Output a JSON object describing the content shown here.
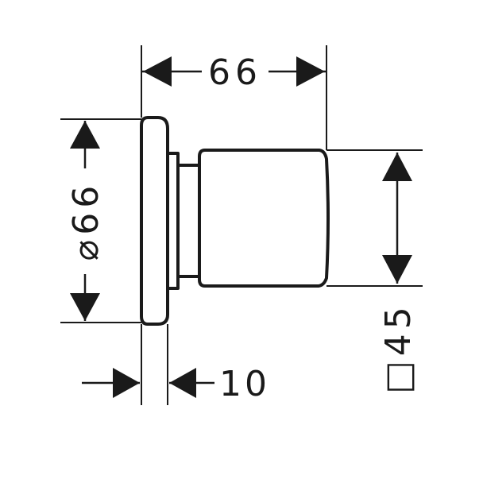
{
  "drawing": {
    "colors": {
      "line": "#1a1a1a",
      "background": "#ffffff"
    },
    "dimensions": {
      "top_width": "66",
      "diameter": "⌀66",
      "flange_thickness": "10",
      "square_size": "□45"
    }
  }
}
